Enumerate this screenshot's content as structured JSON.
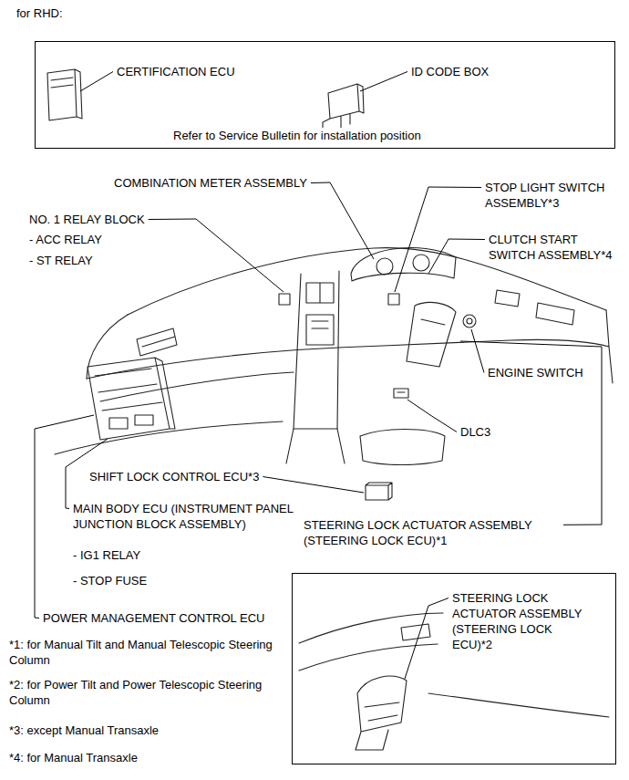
{
  "diagram": {
    "title": "for RHD:",
    "nodes": [
      {
        "text": [
          "CERTIFICATION ECU",
          "ID CODE BOX",
          "Refer to Service Bulletin for installation position"
        ]
      },
      {
        "text": [
          "STEERING LOCK ACTUATOR ASSEMBLY (STEERING LOCK ECU)*2"
        ]
      }
    ],
    "labels": [
      "COMBINATION METER ASSEMBLY",
      "STOP LIGHT SWITCH ASSEMBLY*3",
      "NO. 1 RELAY BLOCK",
      "- ACC RELAY",
      "- ST RELAY",
      "CLUTCH START SWITCH ASSEMBLY*4",
      "ENGINE SWITCH",
      "DLC3",
      "SHIFT LOCK CONTROL ECU*3",
      "MAIN BODY ECU (INSTRUMENT PANEL JUNCTION BLOCK ASSEMBLY)",
      "STEERING LOCK ACTUATOR ASSEMBLY (STEERING LOCK ECU)*1",
      "- IG1 RELAY",
      "- STOP FUSE",
      "POWER MANAGEMENT CONTROL ECU",
      "*1: for Manual Tilt and Manual Telescopic Steering Column",
      "*2: for Power Tilt and Power Telescopic Steering Column",
      "*3: except Manual Transaxle",
      "*4: for Manual Transaxle"
    ]
  }
}
